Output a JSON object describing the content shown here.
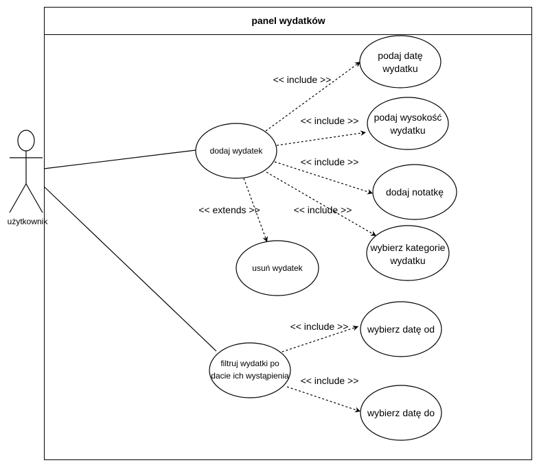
{
  "system": {
    "title": "panel wydatków"
  },
  "actor": {
    "name": "użytkownik"
  },
  "use_cases": {
    "add_expense": "dodaj wydatek",
    "give_date": [
      "podaj datę",
      "wydatku"
    ],
    "give_amount": [
      "podaj wysokość",
      "wydatku"
    ],
    "add_note": "dodaj notatkę",
    "choose_category": [
      "wybierz kategorie",
      "wydatku"
    ],
    "delete_expense": "usuń wydatek",
    "filter_expenses": [
      "filtruj wydatki po",
      "dacie ich wystąpienia"
    ],
    "date_from": "wybierz datę od",
    "date_to": "wybierz datę do"
  },
  "relations": {
    "include": "<< include >>",
    "extends": "<< extends >>"
  }
}
